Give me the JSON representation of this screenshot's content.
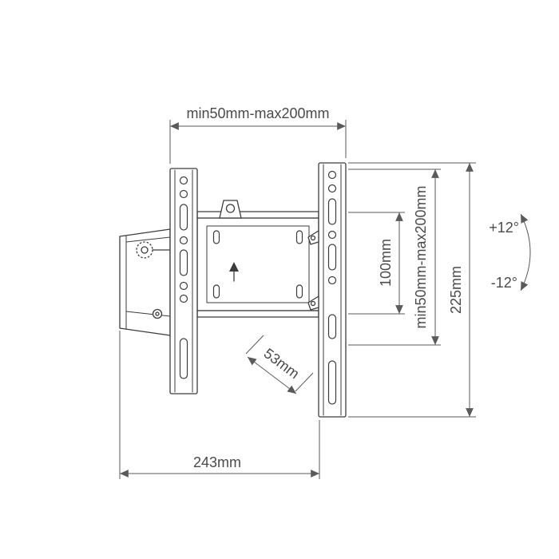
{
  "page": {
    "background": "#ffffff",
    "description": "Technical dimension diagram of a tilting TV wall mount bracket"
  },
  "colors": {
    "line": "#3c3c3c",
    "dim": "#5a5a5a",
    "text": "#4a4a4a",
    "bg": "#ffffff"
  },
  "labels": {
    "top_span": "min50mm-max200mm",
    "vesa_spacing": "100mm",
    "vertical_span": "min50mm-max200mm",
    "bracket_height": "225mm",
    "tilt_up": "+12°",
    "tilt_down": "-12°",
    "depth": "53mm",
    "overall_width": "243mm"
  }
}
